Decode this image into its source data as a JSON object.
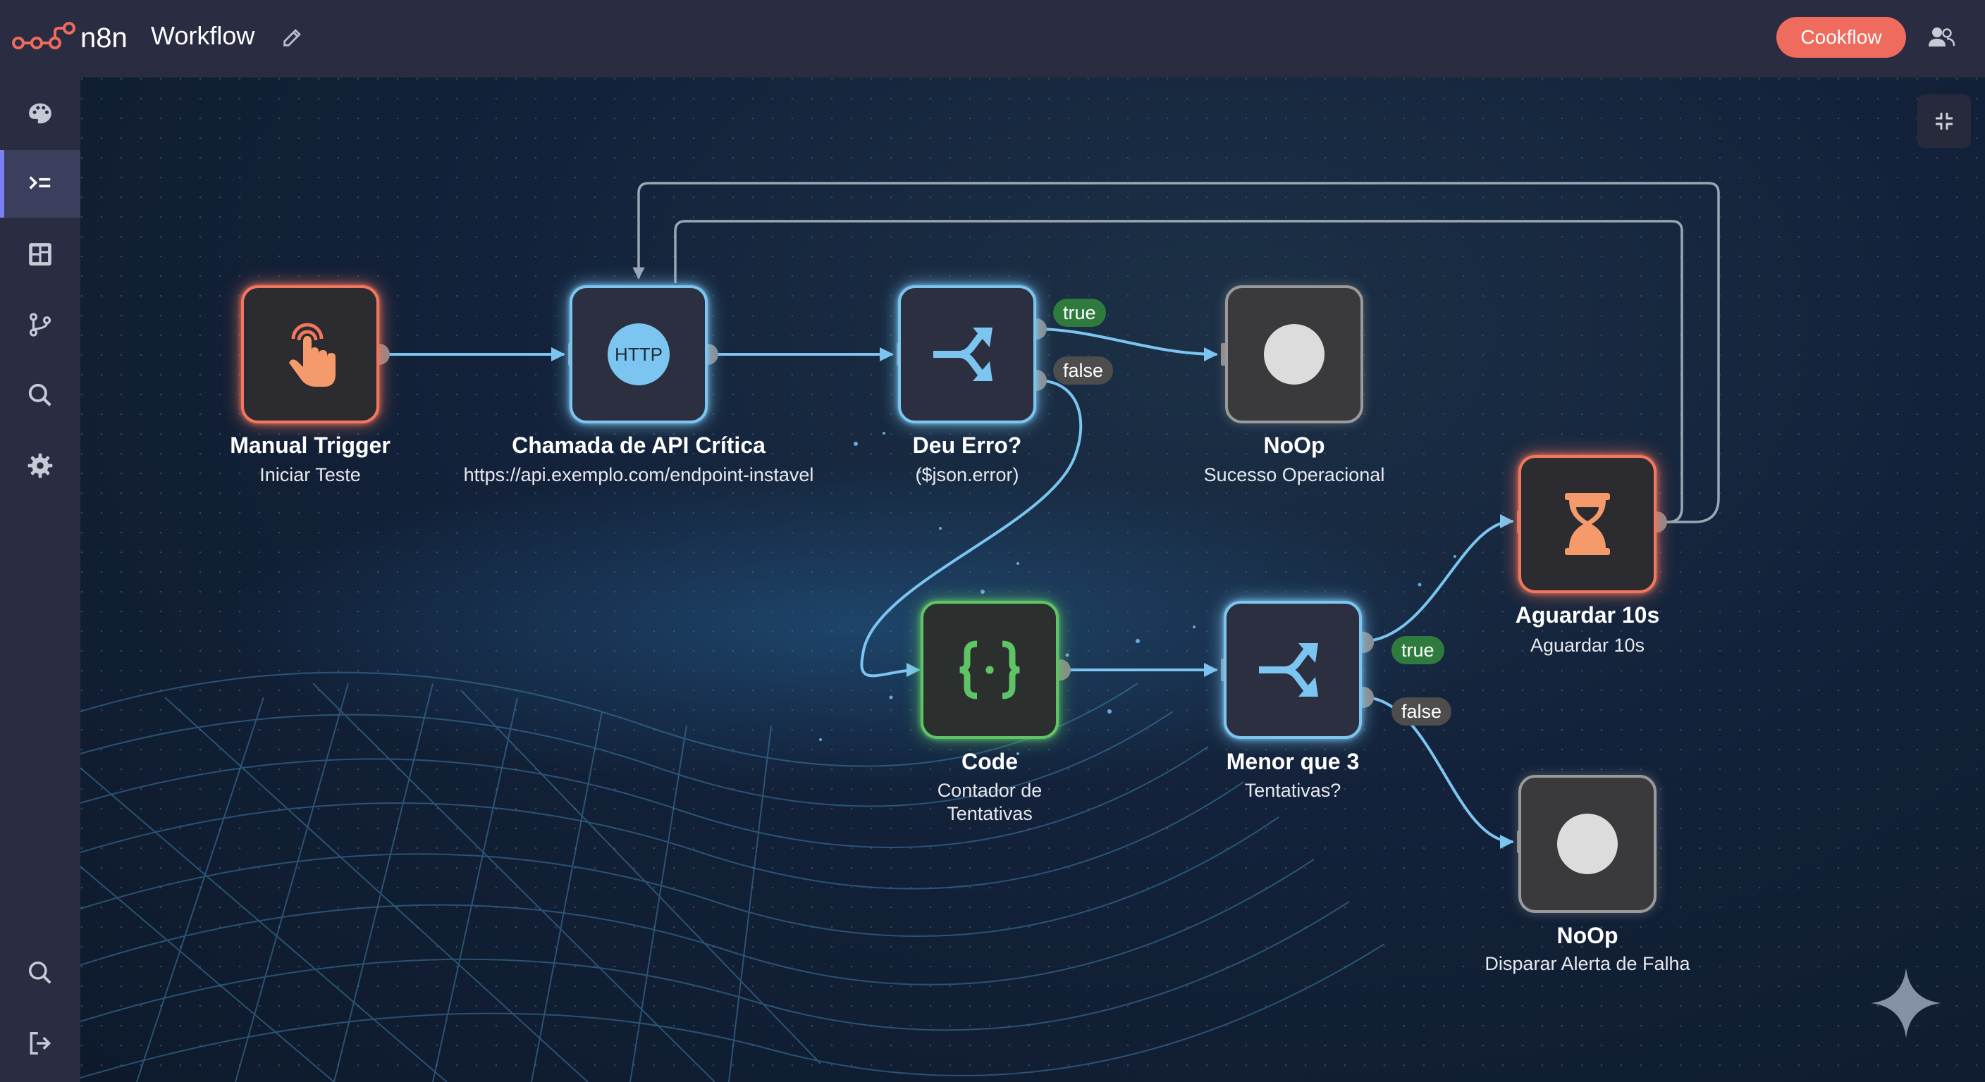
{
  "app": {
    "name": "n8n",
    "workflow_title": "Workflow",
    "cta_label": "Cookflow"
  },
  "colors": {
    "accent": "#ee6b5e",
    "sidebar_active": "#7b7ff5",
    "connection": "#7cc5f0",
    "trigger": "#f2775e",
    "code": "#5fc466",
    "true_badge": "#2f7a3d"
  },
  "sidebar": {
    "items": [
      {
        "icon": "palette-icon"
      },
      {
        "icon": "executions-icon",
        "active": true
      },
      {
        "icon": "templates-icon"
      },
      {
        "icon": "branch-icon"
      },
      {
        "icon": "search-icon"
      },
      {
        "icon": "gear-icon"
      }
    ],
    "bottom": [
      {
        "icon": "search-icon"
      },
      {
        "icon": "logout-icon"
      }
    ]
  },
  "nodes": {
    "manual_trigger": {
      "title": "Manual Trigger",
      "subtitle": "Iniciar Teste",
      "icon": "pointer-hand-icon"
    },
    "http": {
      "title": "Chamada de API Crítica",
      "subtitle": "https://api.exemplo.com/endpoint-instavel",
      "icon_text": "HTTP"
    },
    "deu_erro": {
      "title": "Deu Erro?",
      "subtitle": "($json.error)",
      "icon": "if-branch-icon"
    },
    "noop_success": {
      "title": "NoOp",
      "subtitle": "Sucesso Operacional",
      "icon": "noop-circle-icon"
    },
    "code": {
      "title": "Code",
      "subtitle": "Contador de Tentativas",
      "icon": "braces-icon"
    },
    "menor_que_3": {
      "title": "Menor que 3",
      "subtitle": "Tentativas?",
      "icon": "if-branch-icon"
    },
    "aguardar": {
      "title": "Aguardar 10s",
      "subtitle": "Aguardar 10s",
      "icon": "hourglass-icon"
    },
    "noop_fail": {
      "title": "NoOp",
      "subtitle": "Disparar Alerta de Falha",
      "icon": "noop-circle-icon"
    }
  },
  "badges": {
    "true": "true",
    "false": "false"
  }
}
